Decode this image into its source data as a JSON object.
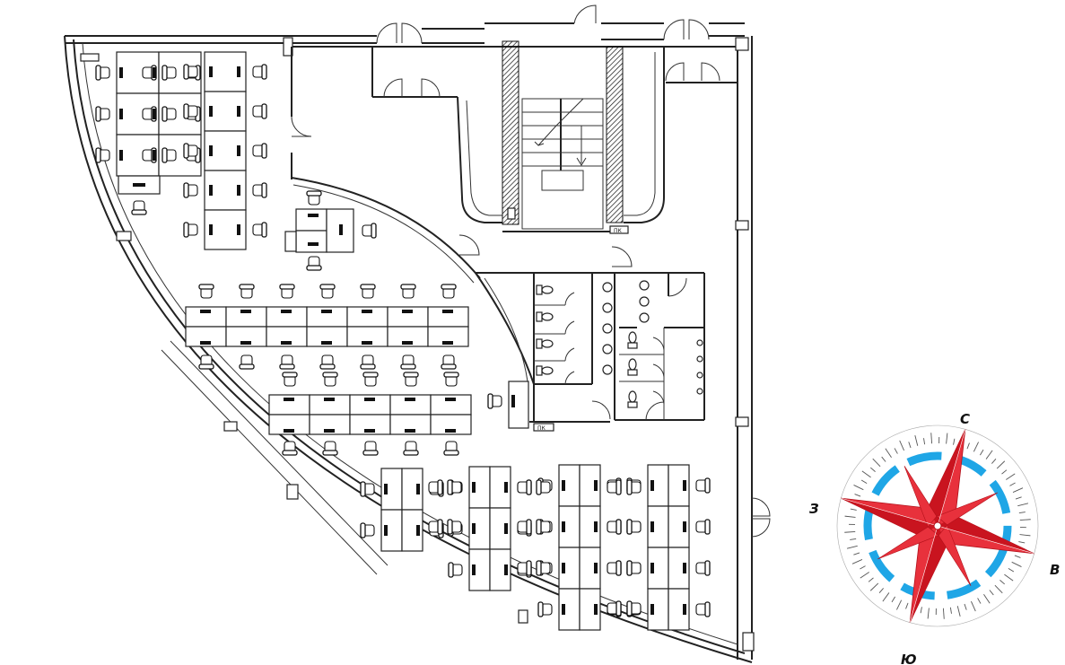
{
  "diagram": {
    "type": "office-floor-plan",
    "colors": {
      "walls": "#222222",
      "rose_star": "#e8313c",
      "rose_ring": "#1fa6e6",
      "rose_ticks": "#555555"
    },
    "icons": [
      "compass-rose",
      "desk-with-chair",
      "toilet",
      "washbasin",
      "staircase",
      "door-swing"
    ],
    "labels": {
      "shaft_1": "ПК",
      "shaft_2": "ПК"
    }
  },
  "compass": {
    "north": "С",
    "east": "В",
    "south": "Ю",
    "west": "З"
  }
}
